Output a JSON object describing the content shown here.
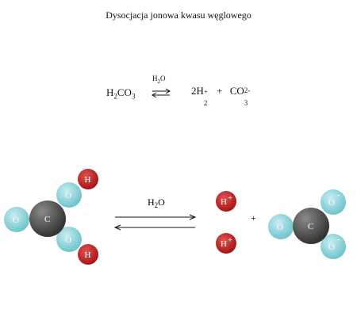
{
  "title": "Dysocjacja jonowa kwasu węglowego",
  "equation": {
    "acid_h": "H",
    "acid_sub2": "2",
    "acid_co": "CO",
    "acid_sub3": "3",
    "solvent_top": "H",
    "solvent_top_sub": "2",
    "solvent_top_o": "O",
    "products_coeff_h": "2H",
    "products_h_sup": "+",
    "products_h_sub": "2",
    "plus": "+",
    "ion_co": "CO",
    "ion_sub": "3",
    "ion_sup": "2-"
  },
  "diagram": {
    "solvent_h": "H",
    "solvent_sub": "2",
    "solvent_o": "O",
    "plus": "+",
    "atoms": {
      "c_label": "C",
      "o_label": "O",
      "h_label": "H",
      "h_plus_label": "H",
      "plus_sign": "+",
      "minus_sign": "-"
    },
    "colors": {
      "carbon": "#555555",
      "oxygen": "#8fd3dc",
      "hydrogen": "#c62828"
    }
  }
}
